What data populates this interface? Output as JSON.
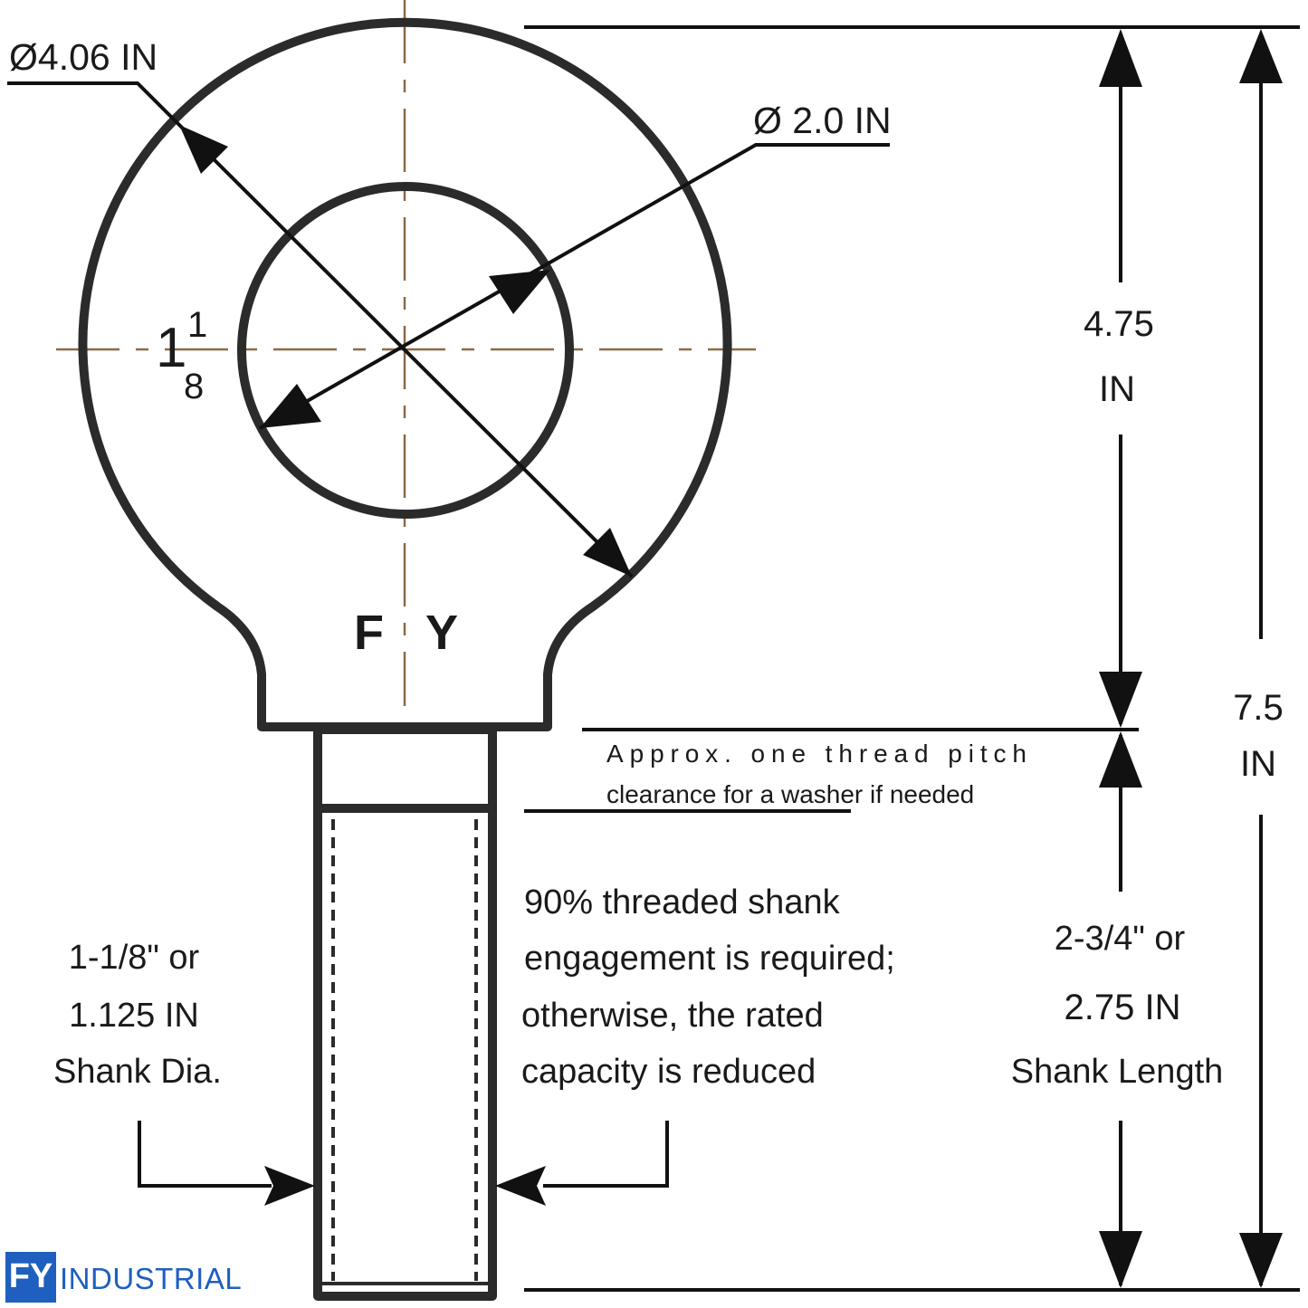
{
  "eye_outer_diameter": "Ø4.06 IN",
  "eye_inner_diameter": "Ø 2.0 IN",
  "section_whole": "1",
  "section_numerator": "1",
  "section_denominator": "8",
  "stamp_left": "F",
  "stamp_right": "Y",
  "eye_height": {
    "value": "4.75",
    "unit": "IN"
  },
  "total_length": {
    "value": "7.5",
    "unit": "IN"
  },
  "clearance_note": [
    "Approx. one thread pitch",
    "clearance for a washer if needed"
  ],
  "engagement_note": [
    "90% threaded shank",
    "engagement is required;",
    "otherwise, the rated",
    "capacity is reduced"
  ],
  "shank_diameter": [
    "1-1/8\" or",
    "1.125  IN",
    "Shank Dia."
  ],
  "shank_length": [
    "2-3/4\" or",
    "2.75 IN",
    "Shank Length"
  ],
  "brand": {
    "mark": "FY",
    "name": "INDUSTRIAL",
    "color": "#1f5fbf"
  },
  "colors": {
    "line": "#2b2b2b",
    "centerline": "#8b6a48",
    "background": "#ffffff"
  }
}
